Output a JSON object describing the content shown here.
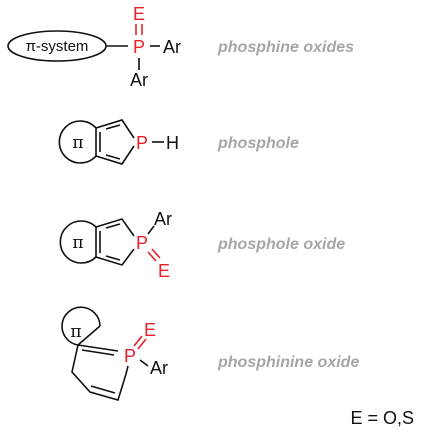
{
  "labels": {
    "phosphine_oxides": "phosphine oxides",
    "phosphole": "phosphole",
    "phosphole_oxide": "phosphole oxide",
    "phosphinine_oxide": "phosphinine oxide"
  },
  "atoms": {
    "e": "E",
    "p": "P",
    "ar": "Ar",
    "h": "H",
    "pi": "π",
    "pi_system": "π-system"
  },
  "legend": "E = O,S",
  "colors": {
    "heteroatom": "#e8202a",
    "label": "#a6a6a6",
    "bond": "#111111"
  }
}
